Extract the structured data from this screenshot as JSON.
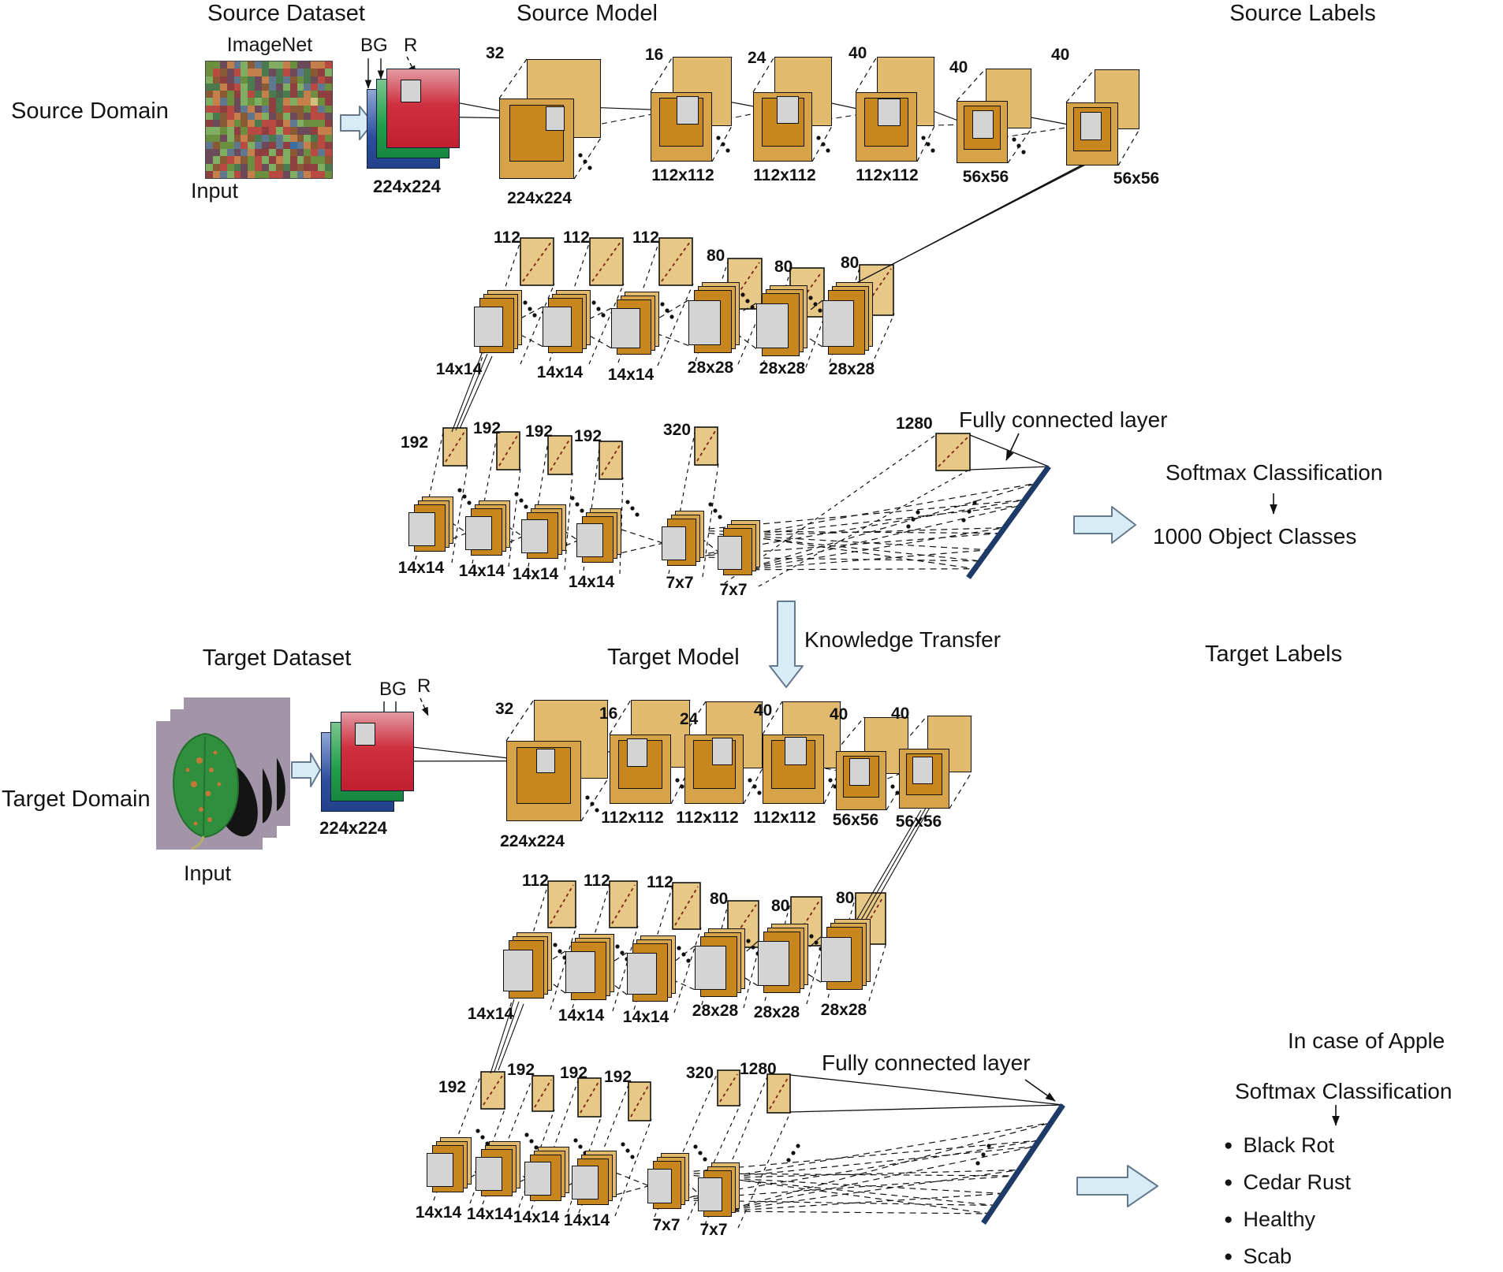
{
  "figure": {
    "source": {
      "dataset_title": "Source Dataset",
      "dataset_name": "ImageNet",
      "domain_label": "Source Domain",
      "input_label": "Input",
      "model_title": "Source Model",
      "labels_title": "Source Labels",
      "channels": {
        "bg": "BG",
        "r": "R"
      },
      "input_dim": "224x224",
      "fc_label": "Fully connected layer",
      "softmax_label": "Softmax Classification",
      "output_label": "1000 Object Classes",
      "row1": [
        {
          "ch": "32",
          "dim": "224x224"
        },
        {
          "ch": "16",
          "dim": "112x112"
        },
        {
          "ch": "24",
          "dim": "112x112"
        },
        {
          "ch": "40",
          "dim": "112x112"
        },
        {
          "ch": "40",
          "dim": "56x56"
        },
        {
          "ch": "40",
          "dim": "56x56"
        }
      ],
      "row2": [
        {
          "ch": "112",
          "dim": "14x14"
        },
        {
          "ch": "112",
          "dim": "14x14"
        },
        {
          "ch": "112",
          "dim": "14x14"
        },
        {
          "ch": "80",
          "dim": "28x28"
        },
        {
          "ch": "80",
          "dim": "28x28"
        },
        {
          "ch": "80",
          "dim": "28x28"
        }
      ],
      "row3": [
        {
          "ch": "192",
          "dim": "14x14"
        },
        {
          "ch": "192",
          "dim": "14x14"
        },
        {
          "ch": "192",
          "dim": "14x14"
        },
        {
          "ch": "192",
          "dim": "14x14"
        },
        {
          "ch": "320",
          "dim": "7x7"
        },
        {
          "ch": "1280",
          "dim": "7x7"
        }
      ]
    },
    "transfer_label": "Knowledge Transfer",
    "target": {
      "dataset_title": "Target Dataset",
      "domain_label": "Target Domain",
      "input_label": "Input",
      "model_title": "Target Model",
      "labels_title": "Target Labels",
      "channels": {
        "bg": "BG",
        "r": "R"
      },
      "input_dim": "224x224",
      "fc_label": "Fully connected layer",
      "note_label": "In case of Apple",
      "softmax_label": "Softmax Classification",
      "classes": [
        "Black Rot",
        "Cedar Rust",
        "Healthy",
        "Scab"
      ],
      "row1": [
        {
          "ch": "32",
          "dim": "224x224"
        },
        {
          "ch": "16",
          "dim": "112x112"
        },
        {
          "ch": "24",
          "dim": "112x112"
        },
        {
          "ch": "40",
          "dim": "112x112"
        },
        {
          "ch": "40",
          "dim": "56x56"
        },
        {
          "ch": "40",
          "dim": "56x56"
        }
      ],
      "row2": [
        {
          "ch": "112",
          "dim": "14x14"
        },
        {
          "ch": "112",
          "dim": "14x14"
        },
        {
          "ch": "112",
          "dim": "14x14"
        },
        {
          "ch": "80",
          "dim": "28x28"
        },
        {
          "ch": "80",
          "dim": "28x28"
        },
        {
          "ch": "80",
          "dim": "28x28"
        }
      ],
      "row3": [
        {
          "ch": "192",
          "dim": "14x14"
        },
        {
          "ch": "192",
          "dim": "14x14"
        },
        {
          "ch": "192",
          "dim": "14x14"
        },
        {
          "ch": "192",
          "dim": "14x14"
        },
        {
          "ch": "320",
          "dim": "7x7"
        },
        {
          "ch": "1280",
          "dim": "7x7"
        }
      ]
    },
    "colors": {
      "block_tan": "#d7a348",
      "block_tan_light": "#e7c886",
      "block_inner": "#c8861e",
      "kernel_gray": "#d4d4d4",
      "fc_navy": "#1e3a66",
      "arrow_fill": "#d8ecf6",
      "arrow_stroke": "#64788e",
      "text": "#141414"
    }
  }
}
